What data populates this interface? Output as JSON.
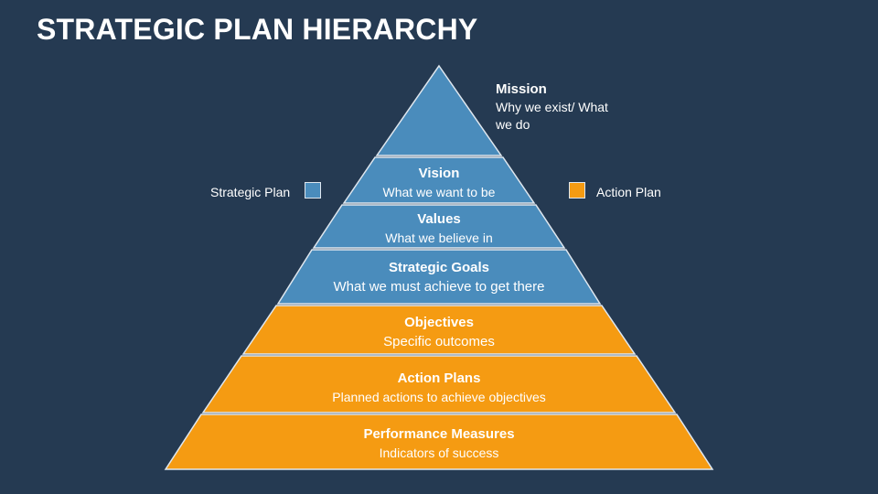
{
  "title": "STRATEGIC PLAN HIERARCHY",
  "colors": {
    "background": "#253a52",
    "strategic_plan": "#4a8cbc",
    "action_plan": "#f59b12",
    "outline": "#dfe7ef"
  },
  "legend": {
    "strategic_plan_label": "Strategic Plan",
    "action_plan_label": "Action Plan"
  },
  "mission": {
    "heading": "Mission",
    "description": "Why we exist/ What we do"
  },
  "layers": [
    {
      "id": "vision",
      "heading": "Vision",
      "description": "What we want to be",
      "group": "strategic_plan"
    },
    {
      "id": "values",
      "heading": "Values",
      "description": "What we believe in",
      "group": "strategic_plan"
    },
    {
      "id": "strategic-goals",
      "heading": "Strategic Goals",
      "description": "What we must achieve to get there",
      "group": "strategic_plan"
    },
    {
      "id": "objectives",
      "heading": "Objectives",
      "description": "Specific outcomes",
      "group": "action_plan"
    },
    {
      "id": "action-plans",
      "heading": "Action Plans",
      "description": "Planned actions to achieve objectives",
      "group": "action_plan"
    },
    {
      "id": "performance-measures",
      "heading": "Performance Measures",
      "description": "Indicators of success",
      "group": "action_plan"
    }
  ]
}
